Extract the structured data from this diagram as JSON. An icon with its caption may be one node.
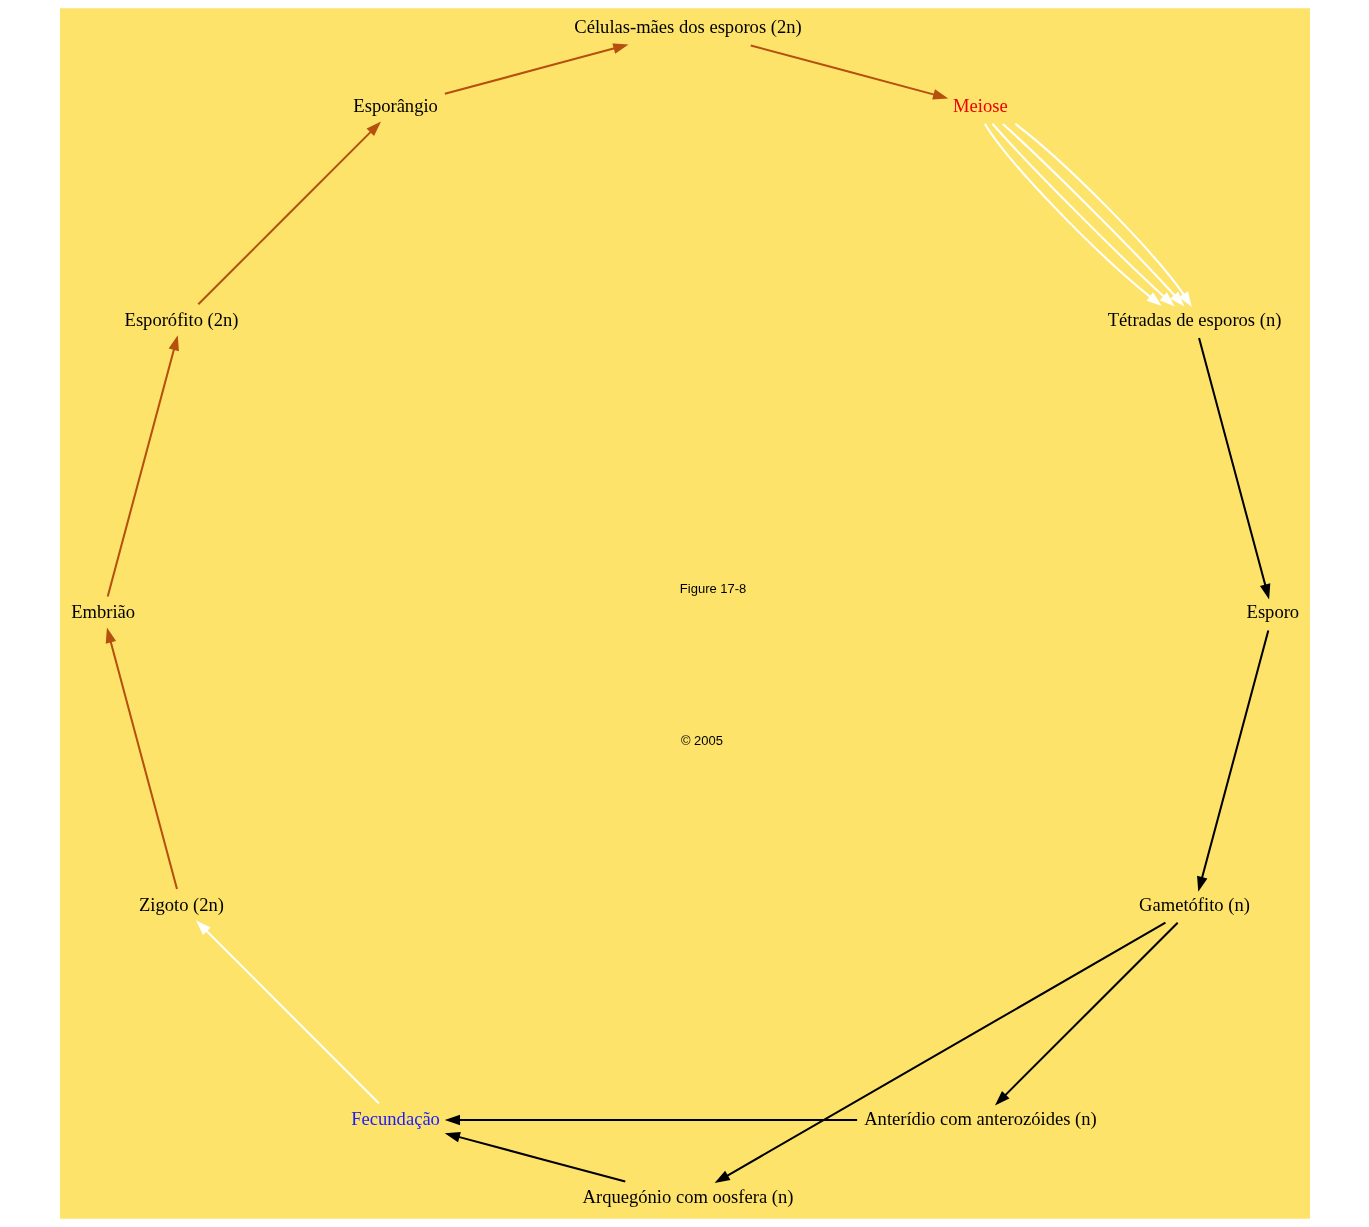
{
  "diagram": {
    "nodes": [
      {
        "text": [
          "Gametófito (n)"
        ]
      },
      {
        "text": [
          "Anterídio com anterozóides (n)"
        ]
      },
      {
        "text": [
          "Arquegónio com oosfera (n)"
        ]
      },
      {
        "text": [
          "Fecundação"
        ]
      },
      {
        "text": [
          "Zigoto (2n)"
        ]
      },
      {
        "text": [
          "Embrião"
        ]
      },
      {
        "text": [
          "Esporófito (2n)"
        ]
      },
      {
        "text": [
          "Esporângio"
        ]
      },
      {
        "text": [
          "Células-mães dos esporos (2n)"
        ]
      },
      {
        "text": [
          "Meiose"
        ]
      },
      {
        "text": [
          "Tétradas de esporos (n)"
        ]
      },
      {
        "text": [
          "Esporo"
        ]
      }
    ],
    "edges": [
      {
        "from": 11,
        "to": 0,
        "arrow": "to"
      },
      {
        "from": 0,
        "to": 1,
        "arrow": "to"
      },
      {
        "from": 0,
        "to": 2,
        "arrow": "to"
      },
      {
        "from": 1,
        "to": 3,
        "arrow": "to"
      },
      {
        "from": 2,
        "to": 3,
        "arrow": "to"
      },
      {
        "from": 3,
        "to": 4,
        "arrow": "to",
        "color": "#ffffff"
      },
      {
        "from": 4,
        "to": 5,
        "arrow": "to",
        "color": "#b5500f"
      },
      {
        "from": 5,
        "to": 6,
        "arrow": "to",
        "color": "#b5500f"
      },
      {
        "from": 6,
        "to": 7,
        "arrow": "to",
        "color": "#b5500f"
      },
      {
        "from": 7,
        "to": 8,
        "arrow": "to",
        "color": "#b5500f"
      },
      {
        "from": 8,
        "to": 9,
        "arrow": "to",
        "color": "#b5500f"
      },
      {
        "from": 9,
        "to": 10,
        "arrow": "to",
        "color": "#ffffff"
      },
      {
        "from": 9,
        "to": 10,
        "arrow": "to",
        "color": "#ffffff"
      },
      {
        "from": 9,
        "to": 10,
        "arrow": "to",
        "color": "#ffffff"
      },
      {
        "from": 9,
        "to": 10,
        "arrow": "to",
        "color": "#ffffff"
      },
      {
        "from": 10,
        "to": 11,
        "arrow": "to"
      }
    ],
    "labels": [
      "Figure 17-8",
      "© 2005"
    ]
  }
}
